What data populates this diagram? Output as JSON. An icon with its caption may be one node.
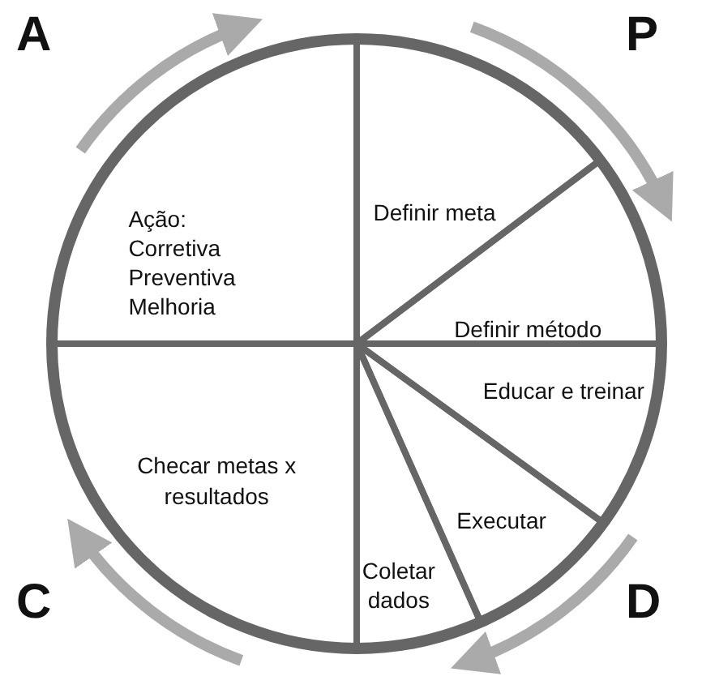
{
  "diagram": {
    "nodes": [
      {
        "text": [],
        "shape": "circle"
      },
      {
        "text": [
          "Definir meta"
        ],
        "in": 0
      },
      {
        "text": [
          "Ação: Corretiva Preventiva Melhoria"
        ],
        "in": 0
      },
      {
        "text": [
          "Definir método"
        ],
        "in": 0
      },
      {
        "text": [
          "Educar e treinar"
        ],
        "in": 0
      },
      {
        "text": [
          "Checar metas x resultados"
        ],
        "in": 0
      },
      {
        "text": [
          "Executar"
        ],
        "in": 0
      },
      {
        "text": [
          "Coletar dados"
        ],
        "in": 0
      }
    ],
    "labels": [
      "A",
      "P",
      "C",
      "D"
    ]
  }
}
